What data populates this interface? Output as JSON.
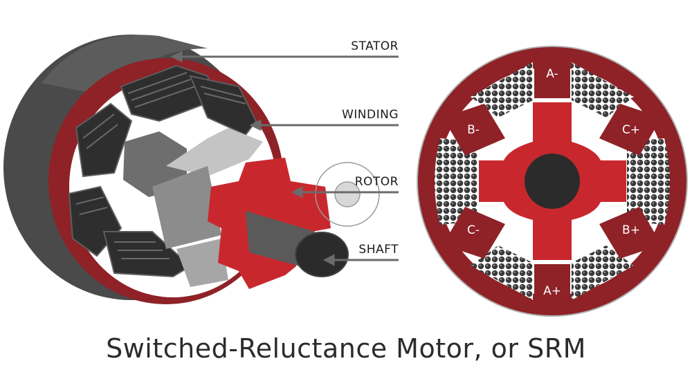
{
  "labels": {
    "stator": "STATOR",
    "winding": "WINDING",
    "rotor": "ROTOR",
    "shaft": "SHAFT"
  },
  "poles": {
    "a_minus": "A-",
    "a_plus": "A+",
    "b_minus": "B-",
    "b_plus": "B+",
    "c_minus": "C-",
    "c_plus": "C+"
  },
  "caption": "Switched-Reluctance Motor, or SRM",
  "colors": {
    "stator_red": "#8e2227",
    "rotor_red": "#c8282d",
    "housing_gray": "#4a4a4a",
    "shaft_dark": "#2b2b2b",
    "winding_dark": "#2e2e2e",
    "arrow_gray": "#6b6b6b"
  }
}
